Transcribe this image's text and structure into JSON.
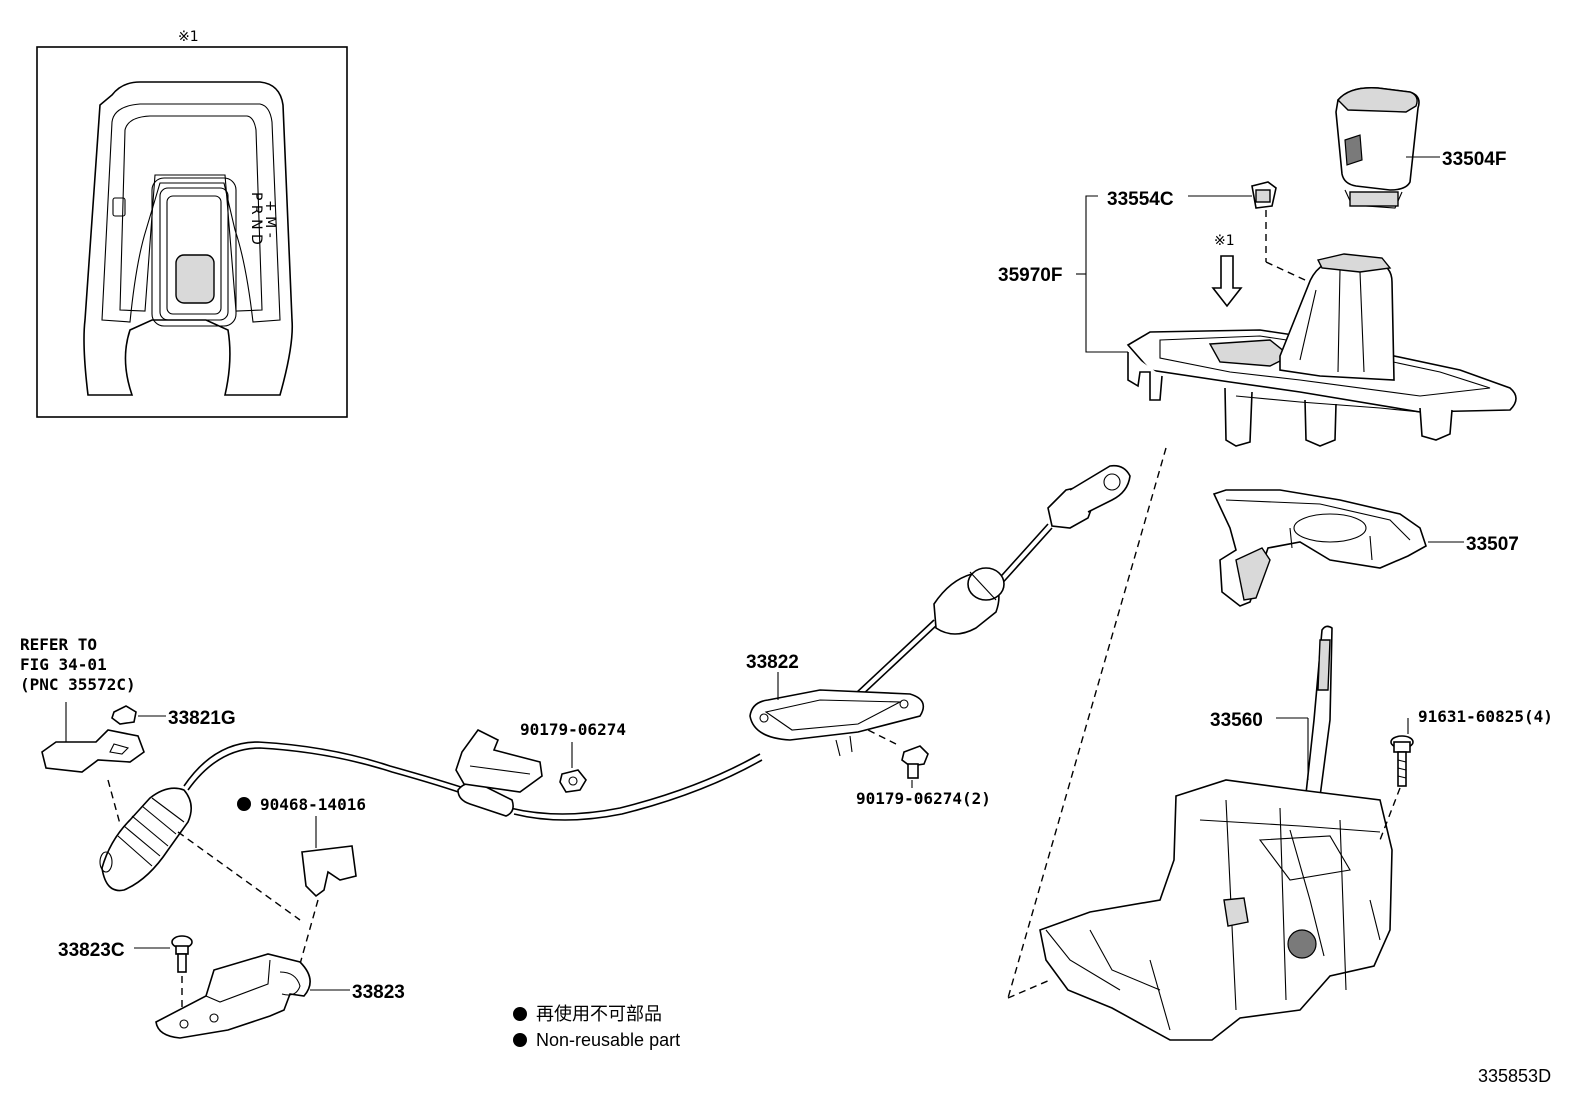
{
  "inset": {
    "marker": "※1",
    "shift_letters": "P R N D",
    "shift_mode": "+ M -"
  },
  "arrow_marker": "※1",
  "labels": {
    "p33504F": "33504F",
    "p33554C": "33554C",
    "p35970F": "35970F",
    "p33507": "33507",
    "p33560": "33560",
    "p91631": "91631-60825(4)",
    "p33822": "33822",
    "p90179a": "90179-06274",
    "p90179b": "90179-06274(2)",
    "p33821G": "33821G",
    "p90468": "90468-14016",
    "p33823C": "33823C",
    "p33823": "33823"
  },
  "refer": {
    "line1": "REFER TO",
    "line2": "FIG 34-01",
    "line3": "(PNC 35572C)"
  },
  "legend": {
    "jp": "再使用不可部品",
    "en": "Non-reusable part"
  },
  "figure_code": "335853D"
}
